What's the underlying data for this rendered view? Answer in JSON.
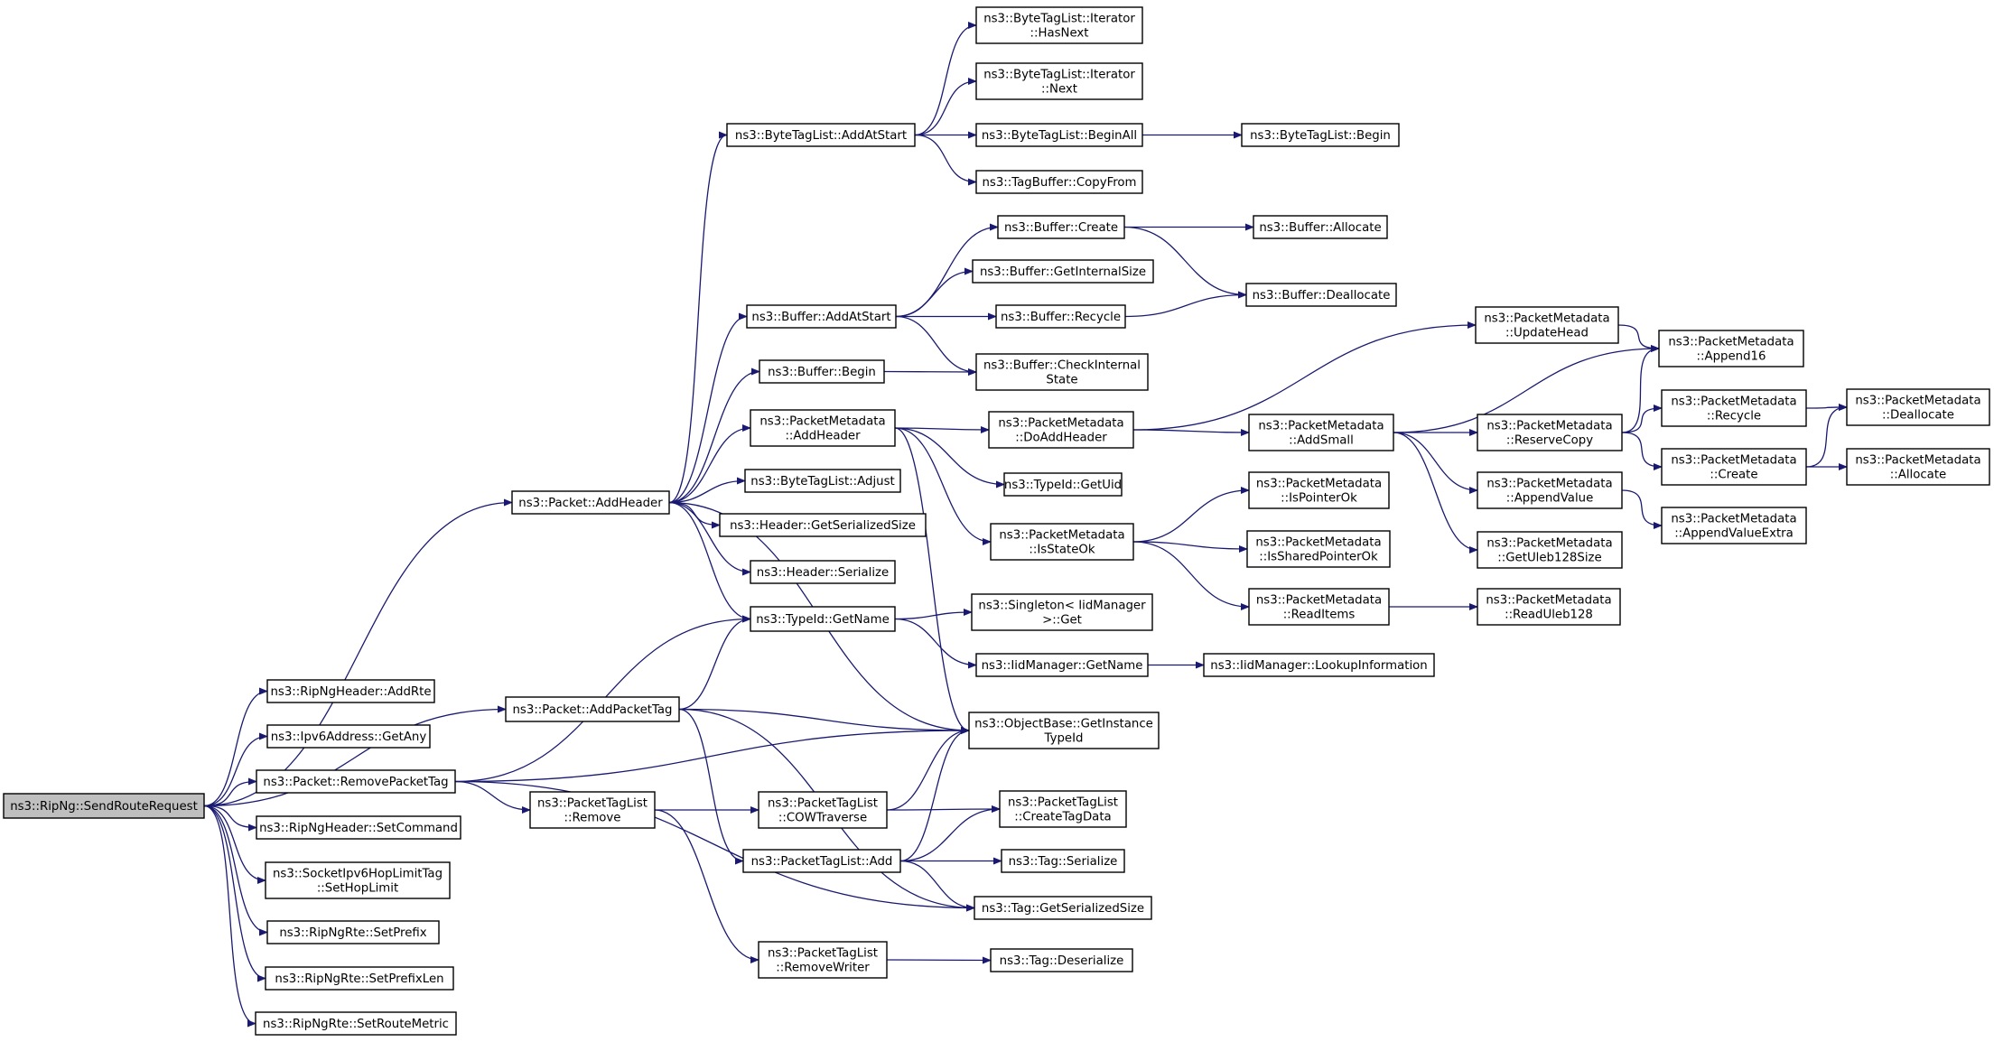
{
  "diagram": {
    "type": "call-graph",
    "root": "SendRouteRequest",
    "colors": {
      "edge": "#191970",
      "node_border": "#000000",
      "root_fill": "#bfbfbf",
      "node_fill": "#ffffff"
    },
    "nodes": [
      {
        "id": "SendRouteRequest",
        "lines": [
          "ns3::RipNg::SendRouteRequest"
        ],
        "root": true
      },
      {
        "id": "AddHeader",
        "lines": [
          "ns3::Packet::AddHeader"
        ]
      },
      {
        "id": "RipNgHeaderAddRte",
        "lines": [
          "ns3::RipNgHeader::AddRte"
        ]
      },
      {
        "id": "Ipv6GetAny",
        "lines": [
          "ns3::Ipv6Address::GetAny"
        ]
      },
      {
        "id": "RemovePacketTag",
        "lines": [
          "ns3::Packet::RemovePacketTag"
        ]
      },
      {
        "id": "SetCommand",
        "lines": [
          "ns3::RipNgHeader::SetCommand"
        ]
      },
      {
        "id": "SetHopLimit",
        "lines": [
          "ns3::SocketIpv6HopLimitTag",
          "::SetHopLimit"
        ]
      },
      {
        "id": "SetPrefix",
        "lines": [
          "ns3::RipNgRte::SetPrefix"
        ]
      },
      {
        "id": "SetPrefixLen",
        "lines": [
          "ns3::RipNgRte::SetPrefixLen"
        ]
      },
      {
        "id": "SetRouteMetric",
        "lines": [
          "ns3::RipNgRte::SetRouteMetric"
        ]
      },
      {
        "id": "AddPacketTag",
        "lines": [
          "ns3::Packet::AddPacketTag"
        ]
      },
      {
        "id": "PTLRemove",
        "lines": [
          "ns3::PacketTagList",
          "::Remove"
        ]
      },
      {
        "id": "BTLAddAtStart",
        "lines": [
          "ns3::ByteTagList::AddAtStart"
        ]
      },
      {
        "id": "BufAddAtStart",
        "lines": [
          "ns3::Buffer::AddAtStart"
        ]
      },
      {
        "id": "BufBegin",
        "lines": [
          "ns3::Buffer::Begin"
        ]
      },
      {
        "id": "PMAddHeader",
        "lines": [
          "ns3::PacketMetadata",
          "::AddHeader"
        ]
      },
      {
        "id": "BTLAdjust",
        "lines": [
          "ns3::ByteTagList::Adjust"
        ]
      },
      {
        "id": "HdrGetSerSize",
        "lines": [
          "ns3::Header::GetSerializedSize"
        ]
      },
      {
        "id": "HdrSerialize",
        "lines": [
          "ns3::Header::Serialize"
        ]
      },
      {
        "id": "TypeIdGetName",
        "lines": [
          "ns3::TypeId::GetName"
        ]
      },
      {
        "id": "COWTraverse",
        "lines": [
          "ns3::PacketTagList",
          "::COWTraverse"
        ]
      },
      {
        "id": "PTLAdd",
        "lines": [
          "ns3::PacketTagList::Add"
        ]
      },
      {
        "id": "RemoveWriter",
        "lines": [
          "ns3::PacketTagList",
          "::RemoveWriter"
        ]
      },
      {
        "id": "ItHasNext",
        "lines": [
          "ns3::ByteTagList::Iterator",
          "::HasNext"
        ]
      },
      {
        "id": "ItNext",
        "lines": [
          "ns3::ByteTagList::Iterator",
          "::Next"
        ]
      },
      {
        "id": "BTLBeginAll",
        "lines": [
          "ns3::ByteTagList::BeginAll"
        ]
      },
      {
        "id": "TagBufCopyFrom",
        "lines": [
          "ns3::TagBuffer::CopyFrom"
        ]
      },
      {
        "id": "BufCreate",
        "lines": [
          "ns3::Buffer::Create"
        ]
      },
      {
        "id": "BufGetInternalSize",
        "lines": [
          "ns3::Buffer::GetInternalSize"
        ]
      },
      {
        "id": "BufRecycle",
        "lines": [
          "ns3::Buffer::Recycle"
        ]
      },
      {
        "id": "BufCheckInternal",
        "lines": [
          "ns3::Buffer::CheckInternal",
          "State"
        ]
      },
      {
        "id": "PMDoAddHeader",
        "lines": [
          "ns3::PacketMetadata",
          "::DoAddHeader"
        ]
      },
      {
        "id": "TypeIdGetUid",
        "lines": [
          "ns3::TypeId::GetUid"
        ]
      },
      {
        "id": "PMIsStateOk",
        "lines": [
          "ns3::PacketMetadata",
          "::IsStateOk"
        ]
      },
      {
        "id": "SingletonGet",
        "lines": [
          "ns3::Singleton< IidManager",
          ">::Get"
        ]
      },
      {
        "id": "IidGetName",
        "lines": [
          "ns3::IidManager::GetName"
        ]
      },
      {
        "id": "GetInstanceTypeId",
        "lines": [
          "ns3::ObjectBase::GetInstance",
          "TypeId"
        ]
      },
      {
        "id": "CreateTagData",
        "lines": [
          "ns3::PacketTagList",
          "::CreateTagData"
        ]
      },
      {
        "id": "TagSerialize",
        "lines": [
          "ns3::Tag::Serialize"
        ]
      },
      {
        "id": "TagGetSerSize",
        "lines": [
          "ns3::Tag::GetSerializedSize"
        ]
      },
      {
        "id": "TagDeserialize",
        "lines": [
          "ns3::Tag::Deserialize"
        ]
      },
      {
        "id": "BTLBegin",
        "lines": [
          "ns3::ByteTagList::Begin"
        ]
      },
      {
        "id": "BufAllocate",
        "lines": [
          "ns3::Buffer::Allocate"
        ]
      },
      {
        "id": "BufDeallocate",
        "lines": [
          "ns3::Buffer::Deallocate"
        ]
      },
      {
        "id": "PMUpdateHead",
        "lines": [
          "ns3::PacketMetadata",
          "::UpdateHead"
        ]
      },
      {
        "id": "PMAddSmall",
        "lines": [
          "ns3::PacketMetadata",
          "::AddSmall"
        ]
      },
      {
        "id": "PMIsPointerOk",
        "lines": [
          "ns3::PacketMetadata",
          "::IsPointerOk"
        ]
      },
      {
        "id": "PMIsSharedPointerOk",
        "lines": [
          "ns3::PacketMetadata",
          "::IsSharedPointerOk"
        ]
      },
      {
        "id": "PMReadItems",
        "lines": [
          "ns3::PacketMetadata",
          "::ReadItems"
        ]
      },
      {
        "id": "IidLookupInfo",
        "lines": [
          "ns3::IidManager::LookupInformation"
        ]
      },
      {
        "id": "PMAppend16",
        "lines": [
          "ns3::PacketMetadata",
          "::Append16"
        ]
      },
      {
        "id": "PMReserveCopy",
        "lines": [
          "ns3::PacketMetadata",
          "::ReserveCopy"
        ]
      },
      {
        "id": "PMAppendValue",
        "lines": [
          "ns3::PacketMetadata",
          "::AppendValue"
        ]
      },
      {
        "id": "PMGetUleb128Size",
        "lines": [
          "ns3::PacketMetadata",
          "::GetUleb128Size"
        ]
      },
      {
        "id": "PMReadUleb128",
        "lines": [
          "ns3::PacketMetadata",
          "::ReadUleb128"
        ]
      },
      {
        "id": "PMRecycle",
        "lines": [
          "ns3::PacketMetadata",
          "::Recycle"
        ]
      },
      {
        "id": "PMCreate",
        "lines": [
          "ns3::PacketMetadata",
          "::Create"
        ]
      },
      {
        "id": "PMAppendValueExtra",
        "lines": [
          "ns3::PacketMetadata",
          "::AppendValueExtra"
        ]
      },
      {
        "id": "PMDeallocate",
        "lines": [
          "ns3::PacketMetadata",
          "::Deallocate"
        ]
      },
      {
        "id": "PMAllocate",
        "lines": [
          "ns3::PacketMetadata",
          "::Allocate"
        ]
      }
    ],
    "edges": [
      [
        "SendRouteRequest",
        "AddHeader"
      ],
      [
        "SendRouteRequest",
        "RipNgHeaderAddRte"
      ],
      [
        "SendRouteRequest",
        "Ipv6GetAny"
      ],
      [
        "SendRouteRequest",
        "RemovePacketTag"
      ],
      [
        "SendRouteRequest",
        "SetCommand"
      ],
      [
        "SendRouteRequest",
        "SetHopLimit"
      ],
      [
        "SendRouteRequest",
        "SetPrefix"
      ],
      [
        "SendRouteRequest",
        "SetPrefixLen"
      ],
      [
        "SendRouteRequest",
        "SetRouteMetric"
      ],
      [
        "SendRouteRequest",
        "AddPacketTag"
      ],
      [
        "AddHeader",
        "BTLAddAtStart"
      ],
      [
        "AddHeader",
        "BufAddAtStart"
      ],
      [
        "AddHeader",
        "BufBegin"
      ],
      [
        "AddHeader",
        "PMAddHeader"
      ],
      [
        "AddHeader",
        "BTLAdjust"
      ],
      [
        "AddHeader",
        "HdrGetSerSize"
      ],
      [
        "AddHeader",
        "HdrSerialize"
      ],
      [
        "AddHeader",
        "TypeIdGetName"
      ],
      [
        "AddHeader",
        "GetInstanceTypeId"
      ],
      [
        "AddPacketTag",
        "TypeIdGetName"
      ],
      [
        "AddPacketTag",
        "GetInstanceTypeId"
      ],
      [
        "AddPacketTag",
        "PTLAdd"
      ],
      [
        "AddPacketTag",
        "TagGetSerSize"
      ],
      [
        "RemovePacketTag",
        "TypeIdGetName"
      ],
      [
        "RemovePacketTag",
        "GetInstanceTypeId"
      ],
      [
        "RemovePacketTag",
        "PTLRemove"
      ],
      [
        "RemovePacketTag",
        "TagGetSerSize"
      ],
      [
        "PTLRemove",
        "COWTraverse"
      ],
      [
        "PTLRemove",
        "RemoveWriter"
      ],
      [
        "BTLAddAtStart",
        "ItHasNext"
      ],
      [
        "BTLAddAtStart",
        "ItNext"
      ],
      [
        "BTLAddAtStart",
        "BTLBeginAll"
      ],
      [
        "BTLAddAtStart",
        "TagBufCopyFrom"
      ],
      [
        "BTLBeginAll",
        "BTLBegin"
      ],
      [
        "BufAddAtStart",
        "BufCreate"
      ],
      [
        "BufAddAtStart",
        "BufGetInternalSize"
      ],
      [
        "BufAddAtStart",
        "BufRecycle"
      ],
      [
        "BufAddAtStart",
        "BufCheckInternal"
      ],
      [
        "BufCreate",
        "BufAllocate"
      ],
      [
        "BufCreate",
        "BufDeallocate"
      ],
      [
        "BufRecycle",
        "BufDeallocate"
      ],
      [
        "BufBegin",
        "BufCheckInternal"
      ],
      [
        "PMAddHeader",
        "PMDoAddHeader"
      ],
      [
        "PMAddHeader",
        "TypeIdGetUid"
      ],
      [
        "PMAddHeader",
        "PMIsStateOk"
      ],
      [
        "PMAddHeader",
        "GetInstanceTypeId"
      ],
      [
        "PMDoAddHeader",
        "PMUpdateHead"
      ],
      [
        "PMDoAddHeader",
        "PMAddSmall"
      ],
      [
        "PMUpdateHead",
        "PMAppend16"
      ],
      [
        "PMAddSmall",
        "PMAppend16"
      ],
      [
        "PMAddSmall",
        "PMReserveCopy"
      ],
      [
        "PMAddSmall",
        "PMAppendValue"
      ],
      [
        "PMAddSmall",
        "PMGetUleb128Size"
      ],
      [
        "PMReserveCopy",
        "PMAppend16"
      ],
      [
        "PMReserveCopy",
        "PMRecycle"
      ],
      [
        "PMReserveCopy",
        "PMCreate"
      ],
      [
        "PMRecycle",
        "PMDeallocate"
      ],
      [
        "PMCreate",
        "PMDeallocate"
      ],
      [
        "PMCreate",
        "PMAllocate"
      ],
      [
        "PMAppendValue",
        "PMAppendValueExtra"
      ],
      [
        "PMIsStateOk",
        "PMIsPointerOk"
      ],
      [
        "PMIsStateOk",
        "PMIsSharedPointerOk"
      ],
      [
        "PMIsStateOk",
        "PMReadItems"
      ],
      [
        "PMReadItems",
        "PMReadUleb128"
      ],
      [
        "TypeIdGetName",
        "SingletonGet"
      ],
      [
        "TypeIdGetName",
        "IidGetName"
      ],
      [
        "IidGetName",
        "IidLookupInfo"
      ],
      [
        "COWTraverse",
        "GetInstanceTypeId"
      ],
      [
        "COWTraverse",
        "CreateTagData"
      ],
      [
        "PTLAdd",
        "GetInstanceTypeId"
      ],
      [
        "PTLAdd",
        "CreateTagData"
      ],
      [
        "PTLAdd",
        "TagSerialize"
      ],
      [
        "PTLAdd",
        "TagGetSerSize"
      ],
      [
        "RemoveWriter",
        "TagDeserialize"
      ]
    ]
  }
}
